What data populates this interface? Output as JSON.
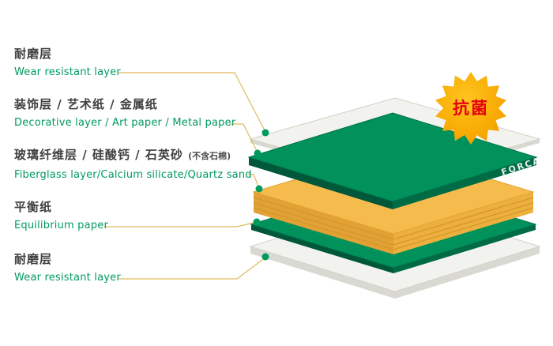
{
  "badge": {
    "label": "抗菌"
  },
  "brand": "FORCA",
  "labels": [
    {
      "zh": "耐磨层",
      "en": "Wear resistant layer"
    },
    {
      "zh": "装饰层 / 艺术纸 / 金属纸",
      "en": "Decorative layer / Art paper / Metal paper"
    },
    {
      "zh": "玻璃纤维层 / 硅酸钙 / 石英砂",
      "note": "(不含石棉)",
      "en": "Fiberglass layer/Calcium silicate/Quartz sand"
    },
    {
      "zh": "平衡纸",
      "en": "Equilibrium paper"
    },
    {
      "zh": "耐磨层",
      "en": "Wear resistant layer"
    }
  ],
  "colors": {
    "green_top": "#00925a",
    "green_side_dark": "#00573a",
    "green_side": "#006b45",
    "yellow_top": "#f5bc4d",
    "yellow_side_dark": "#e2a134",
    "yellow_side": "#edb03e",
    "white_top": "#f2f2ee",
    "white_side": "#dededa",
    "leader": "#e0bb5c",
    "dot": "#009a5e",
    "zh_text": "#3f3f3f",
    "en_text": "#009a5e",
    "badge_bg": "#f6a800",
    "badge_text": "#e60012",
    "brand_text": "#ffffff"
  }
}
